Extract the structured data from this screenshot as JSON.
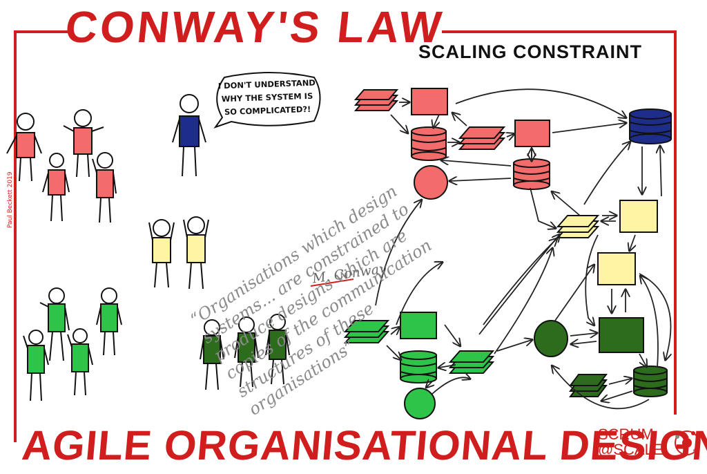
{
  "header": {
    "title": "CONWAY'S LAW",
    "subtitle": "SCALING CONSTRAINT"
  },
  "speech_bubble": {
    "text_lines": [
      "I DON'T UNDERSTAND",
      "WHY THE SYSTEM IS",
      "SO COMPLICATED?!"
    ]
  },
  "quote": {
    "text": "“Organisations which design systems... are constrained to produce designs which are copies of the communication structures of these organisations”",
    "author": "M. Conway"
  },
  "signature": "Paul Beckett 2019",
  "footer": {
    "title": "AGILE ORGANISATIONAL DESIGN",
    "brand_top": "SCRUM",
    "brand_bottom": "@SCALE"
  },
  "colors": {
    "frame_red": "#d01e1e",
    "team_salmon": "#f36b6b",
    "team_yellow": "#fff4a3",
    "team_green": "#2ec44a",
    "team_darkgreen": "#2d6b1d",
    "navy": "#1f2d8a"
  }
}
